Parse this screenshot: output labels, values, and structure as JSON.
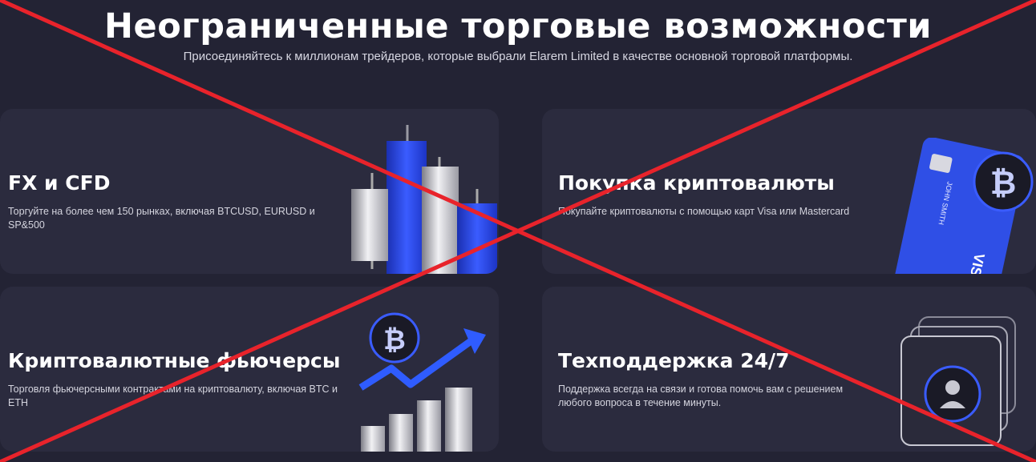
{
  "hero": {
    "title": "Неограниченные торговые возможности",
    "subtitle": "Присоединяйтесь к миллионам трейдеров, которые выбрали Elarem Limited в качестве основной торговой платформы."
  },
  "cards": [
    {
      "title": "FX и CFD",
      "text": "Торгуйте на более чем 150 рынках, включая BTCUSD, EURUSD и SP&500",
      "icon": "candlestick-chart-icon"
    },
    {
      "title": "Покупка криптовалюты",
      "text": "Покупайте криптовалюты с помощью карт Visa или Mastercard",
      "icon": "bank-card-bitcoin-icon",
      "card_name": "JOHN SMITH",
      "card_brand": "VISA"
    },
    {
      "title": "Криптовалютные фьючерсы",
      "text": "Торговля фьючерсными контрактами на криптовалюту, включая BTC и ETH",
      "icon": "growth-chart-bitcoin-icon"
    },
    {
      "title": "Техподдержка 24/7",
      "text": "Поддержка всегда на связи и готова помочь вам с решением любого вопроса в течение минуты.",
      "icon": "support-user-icon"
    }
  ],
  "colors": {
    "background": "#232334",
    "card": "#2b2b3e",
    "accent_blue": "#2f4fe6",
    "cross_red": "#e8232b"
  }
}
